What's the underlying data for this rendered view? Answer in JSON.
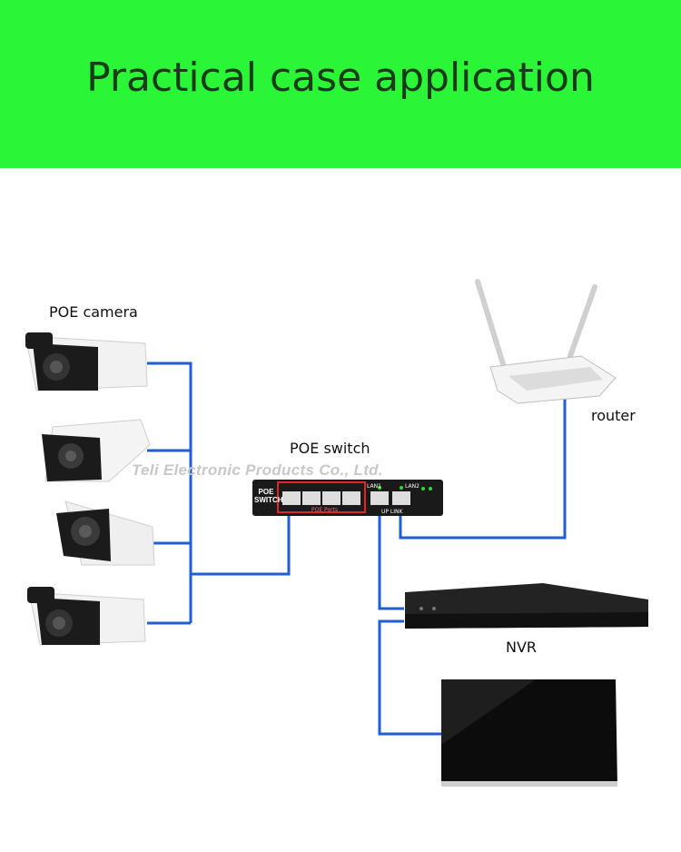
{
  "banner": {
    "title": "Practical case application"
  },
  "labels": {
    "poe_camera": "POE camera",
    "poe_switch": "POE switch",
    "router": "router",
    "nvr": "NVR"
  },
  "watermark": "Teli Electronic Products Co., Ltd.",
  "switch_panel": {
    "badge_line1": "POE",
    "badge_line2": "SWITCH",
    "poe_ports_label": "POE Ports",
    "uplink_label": "UP LINK",
    "lan1": "LAN1",
    "lan2": "LAN2"
  },
  "colors": {
    "banner": "#2af537",
    "cable": "#1f5fd6",
    "poe_port_frame": "#e0262a"
  }
}
